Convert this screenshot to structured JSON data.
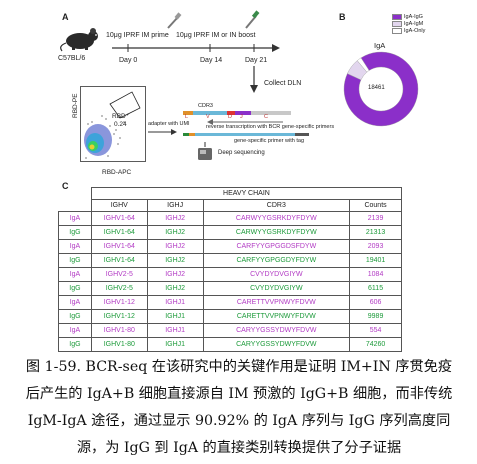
{
  "panel_a": {
    "letter": "A",
    "mouse_label": "C57BL/6",
    "prime_label": "10μg IPRF IM prime",
    "boost_label": "10μg IPRF IM or  IN boost",
    "day0": "Day 0",
    "day14": "Day 14",
    "day21": "Day 21",
    "collect": "Collect DLN",
    "yaxis": "RBD-PE",
    "xaxis": "RBD-APC",
    "gate_label": "RBD⁺",
    "gate_value": "0.24",
    "adapter": "adapter with UMI",
    "cdr3": "CDR3",
    "seg_l": "L",
    "seg_v": "V",
    "seg_d": "D",
    "seg_j": "J",
    "seg_c": "C",
    "rt_text": "reverse transcription with BCR gene-specific primers",
    "primer_text": "gene-specific primer with tag",
    "deep_seq": "Deep sequencing"
  },
  "panel_b": {
    "letter": "B",
    "legend": [
      "IgA-IgG",
      "IgA-IgM",
      "IgA-Only"
    ],
    "legend_colors": [
      "#8b2fc9",
      "#e2d6ee",
      "#ffffff"
    ],
    "title": "IgA",
    "center_value": "18461",
    "fractions": [
      0.9092,
      0.0708,
      0.02
    ]
  },
  "panel_c": {
    "letter": "C",
    "group_header": "HEAVY CHAIN",
    "columns": [
      "IGHV",
      "IGHJ",
      "CDR3",
      "Counts"
    ],
    "rows": [
      {
        "isotype": "IgA",
        "ighv": "IGHV1-64",
        "ighj": "IGHJ2",
        "cdr3": "CARWYYGSRKDYFDYW",
        "count": "2139"
      },
      {
        "isotype": "IgG",
        "ighv": "IGHV1-64",
        "ighj": "IGHJ2",
        "cdr3": "CARWYYGSRKDYFDYW",
        "count": "21313"
      },
      {
        "isotype": "IgA",
        "ighv": "IGHV1-64",
        "ighj": "IGHJ2",
        "cdr3": "CARFYYGPGGDSFDYW",
        "count": "2093"
      },
      {
        "isotype": "IgG",
        "ighv": "IGHV1-64",
        "ighj": "IGHJ2",
        "cdr3": "CARFYYGPGGDYFDYW",
        "count": "19401"
      },
      {
        "isotype": "IgA",
        "ighv": "IGHV2-5",
        "ighj": "IGHJ2",
        "cdr3": "CVYDYDVGIYW",
        "count": "1084"
      },
      {
        "isotype": "IgG",
        "ighv": "IGHV2-5",
        "ighj": "IGHJ2",
        "cdr3": "CVYDYDVGIYW",
        "count": "6115"
      },
      {
        "isotype": "IgA",
        "ighv": "IGHV1-12",
        "ighj": "IGHJ1",
        "cdr3": "CARETTVVPNWYFDVW",
        "count": "606"
      },
      {
        "isotype": "IgG",
        "ighv": "IGHV1-12",
        "ighj": "IGHJ1",
        "cdr3": "CARETTVVPNWYFDVW",
        "count": "9989"
      },
      {
        "isotype": "IgA",
        "ighv": "IGHV1-80",
        "ighj": "IGHJ1",
        "cdr3": "CARYYGSSYDWYFDVW",
        "count": "554"
      },
      {
        "isotype": "IgG",
        "ighv": "IGHV1-80",
        "ighj": "IGHJ1",
        "cdr3": "CARYYGSSYDWYFDVW",
        "count": "74260"
      }
    ],
    "colors": {
      "IgA": "#b23bc4",
      "IgG": "#1c9a3a"
    }
  },
  "caption": {
    "line1": "图 1-59. BCR-seq 在该研究中的关键作用是证明 IM+IN 序贯免疫",
    "line2": "后产生的 IgA+B 细胞直接源自 IM 预激的 IgG+B 细胞，而非传统",
    "line3": "IgM-IgA 途径，通过显示 90.92% 的 IgA 序列与 IgG 序列高度同",
    "line4": "源，为 IgG 到 IgA 的直接类别转换提供了分子证据"
  }
}
